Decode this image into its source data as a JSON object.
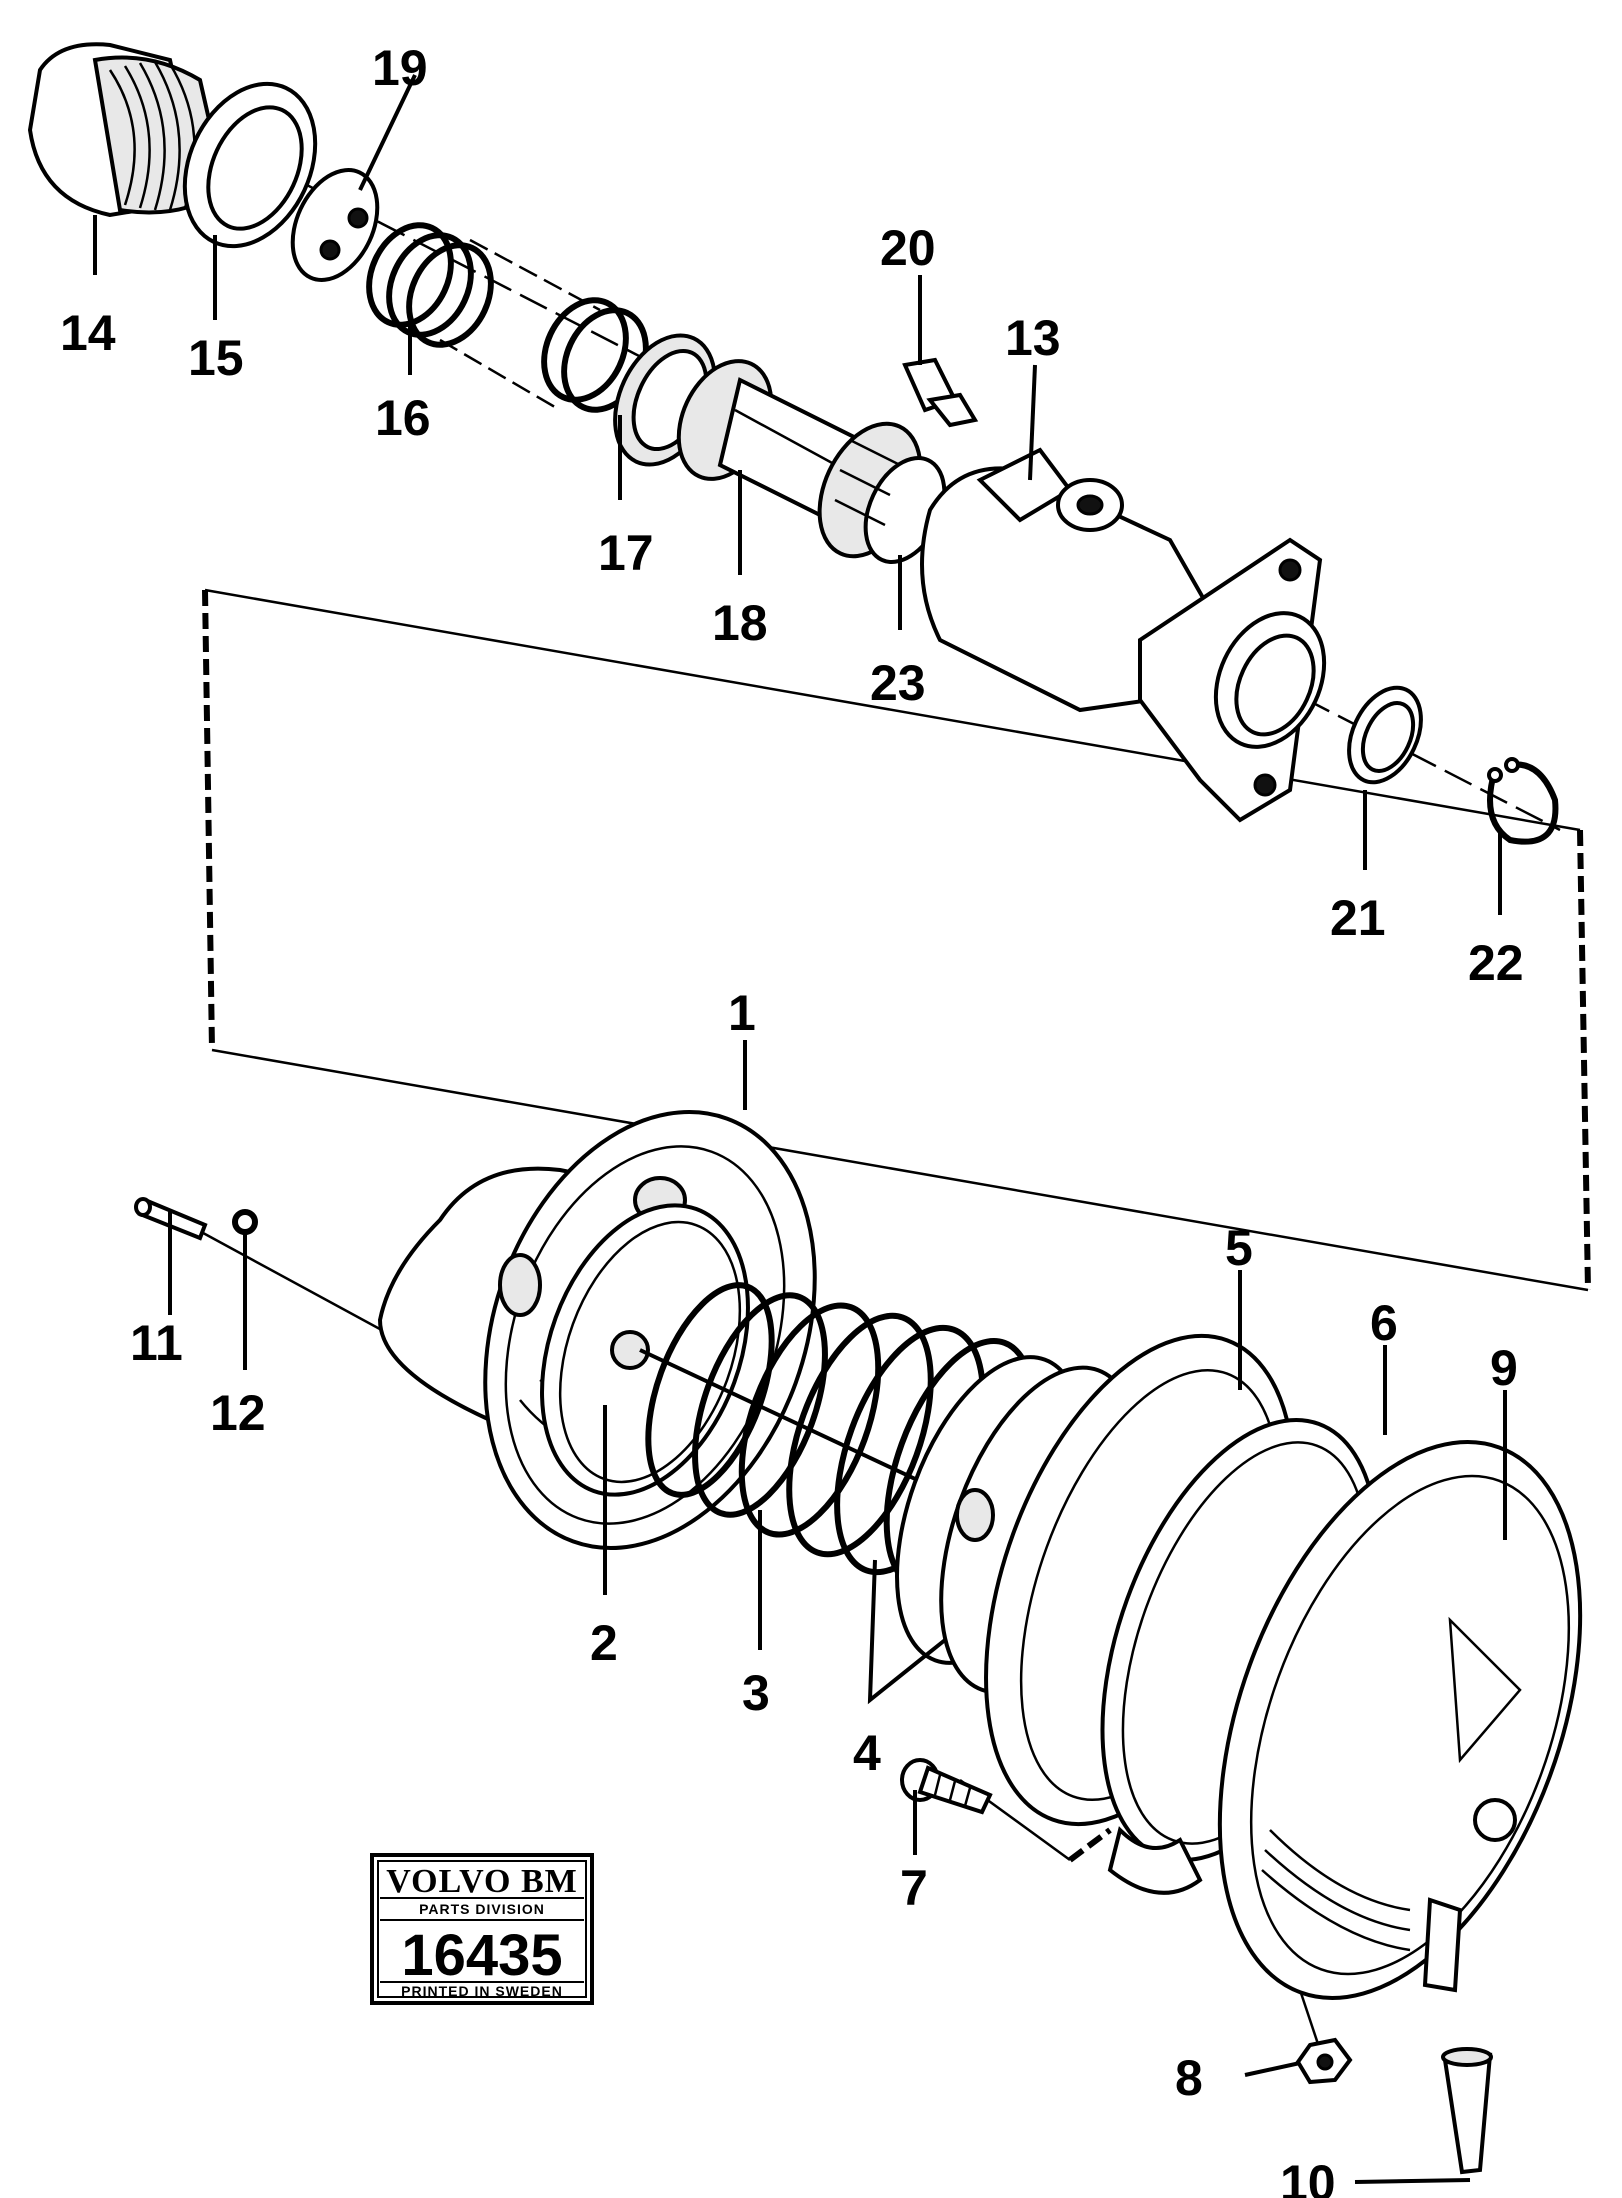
{
  "part_labels": {
    "p1": "1",
    "p2": "2",
    "p3": "3",
    "p4": "4",
    "p5": "5",
    "p6": "6",
    "p7": "7",
    "p8": "8",
    "p9": "9",
    "p10": "10",
    "p11": "11",
    "p12": "12",
    "p13": "13",
    "p14": "14",
    "p15": "15",
    "p16": "16",
    "p17": "17",
    "p18": "18",
    "p19": "19",
    "p20": "20",
    "p21": "21",
    "p22": "22",
    "p23": "23"
  },
  "stamp": {
    "brand": "VOLVO BM",
    "division": "PARTS DIVISION",
    "number": "16435",
    "printed": "PRINTED IN SWEDEN"
  }
}
